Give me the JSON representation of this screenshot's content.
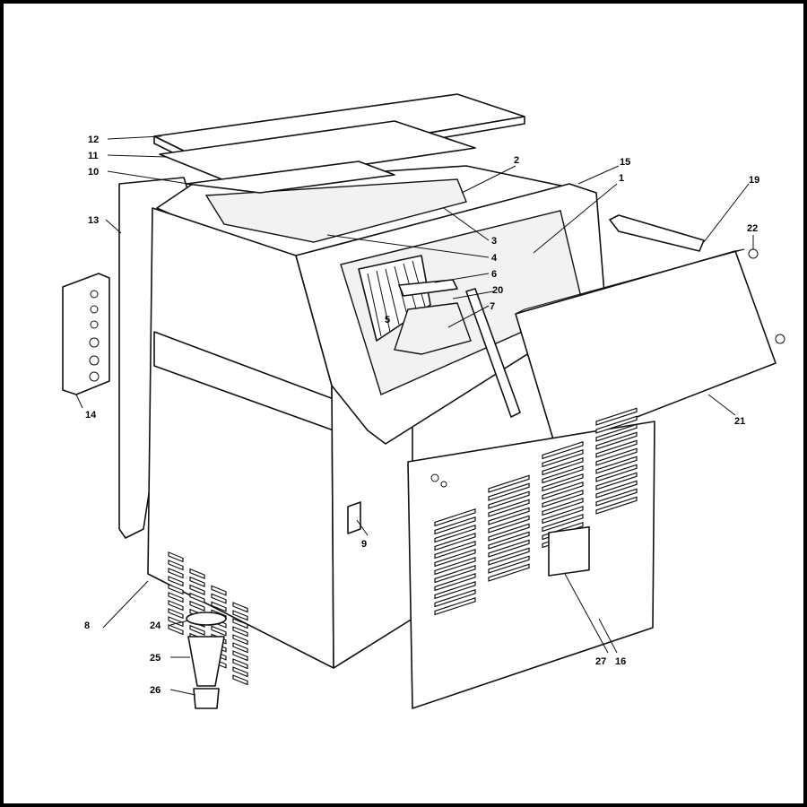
{
  "title": "Ice maker cabinet exploded parts diagram",
  "callouts": {
    "c1": "1",
    "c2": "2",
    "c3": "3",
    "c4": "4",
    "c5": "5",
    "c6": "6",
    "c7": "7",
    "c8": "8",
    "c9": "9",
    "c10": "10",
    "c11": "11",
    "c12": "12",
    "c13": "13",
    "c14": "14",
    "c15": "15",
    "c16": "16",
    "c19": "19",
    "c20": "20",
    "c21": "21",
    "c22": "22",
    "c24": "24",
    "c25": "25",
    "c26": "26",
    "c27": "27"
  }
}
